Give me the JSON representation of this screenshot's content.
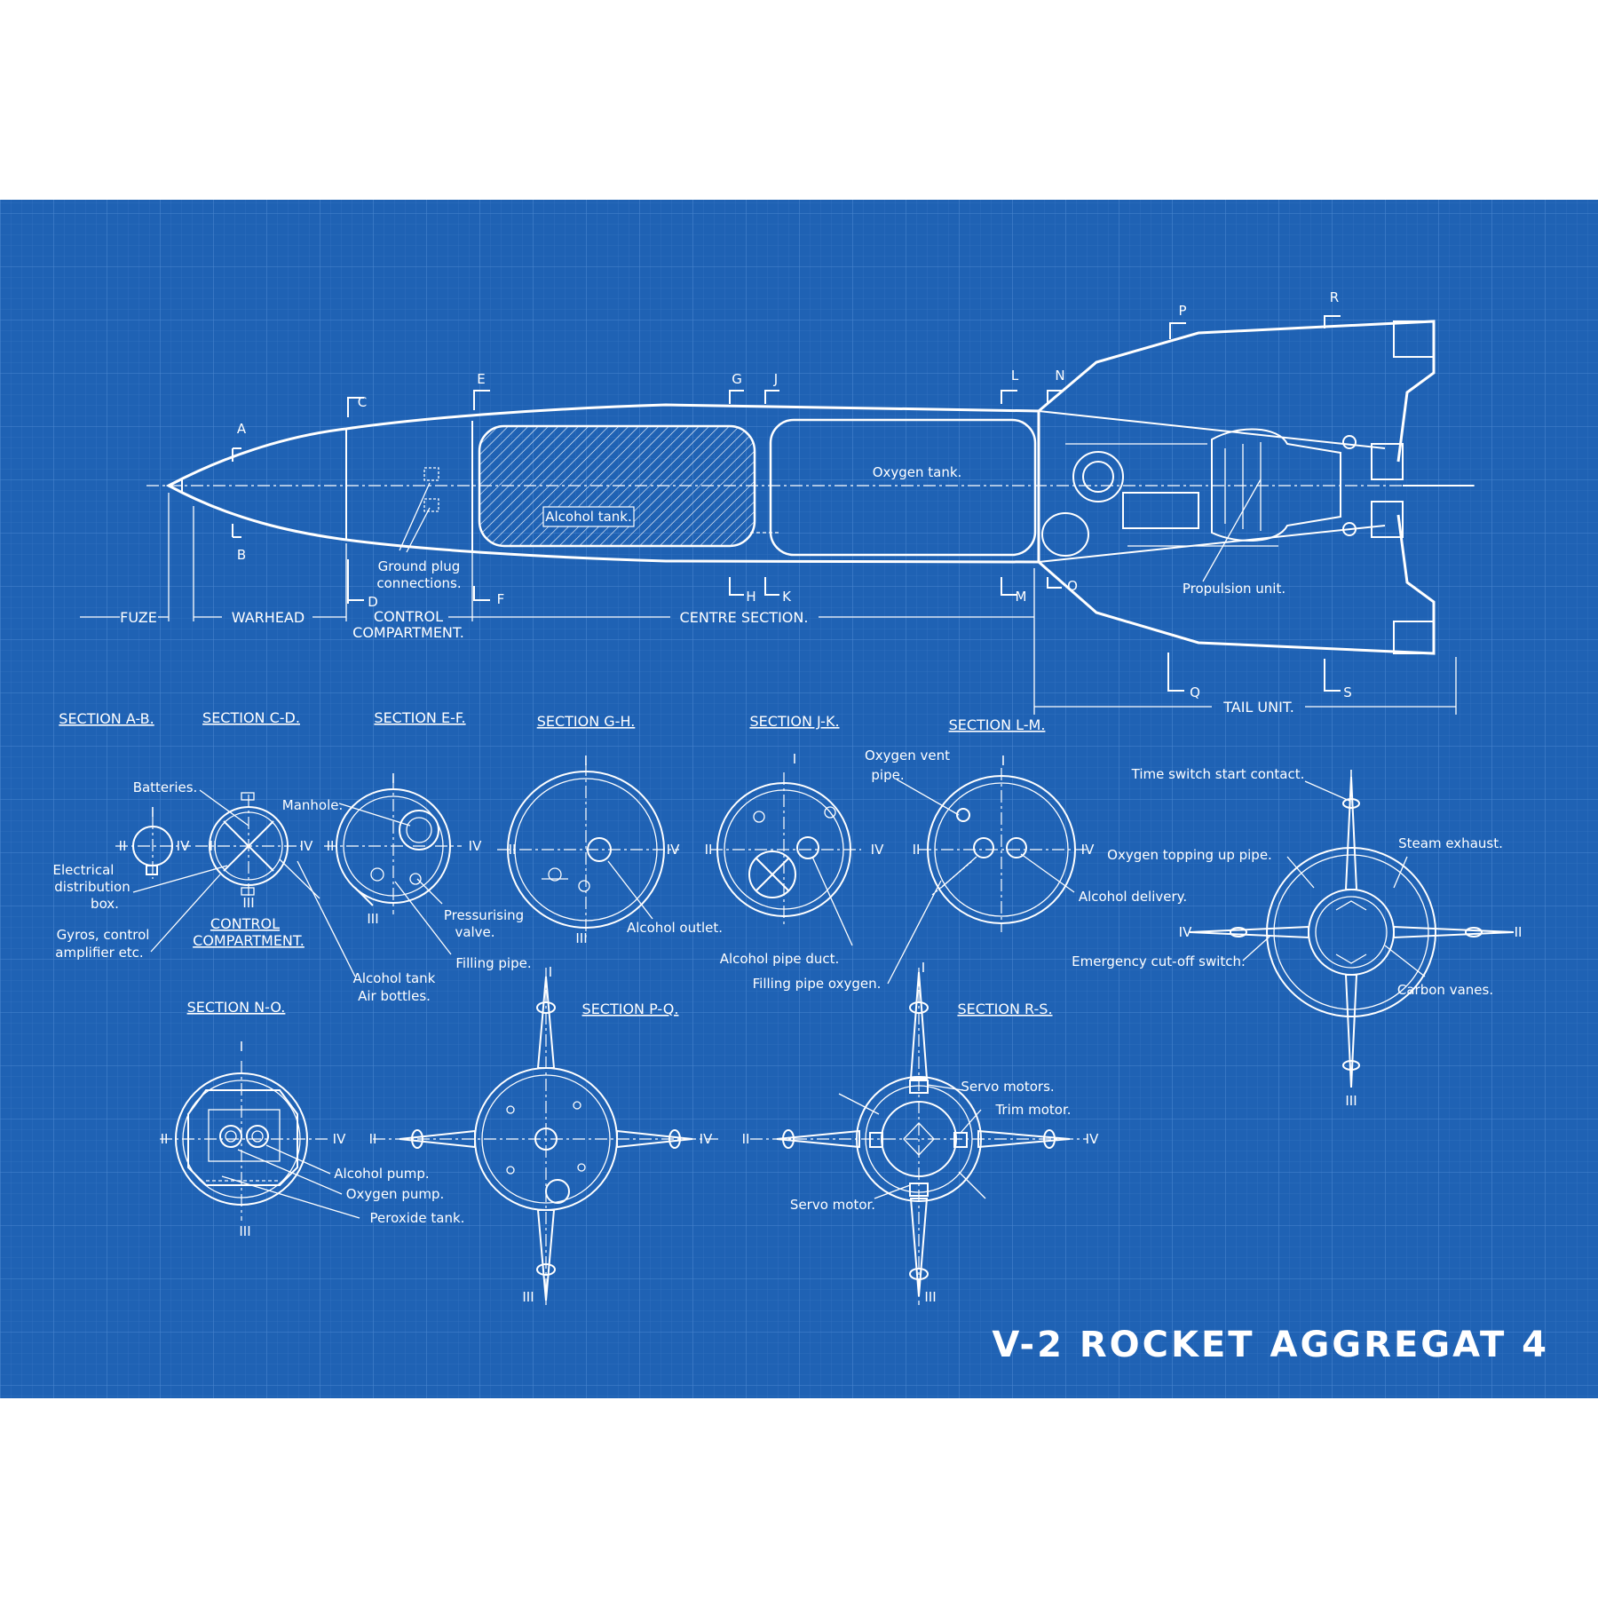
{
  "title": "V-2 ROCKET AGGREGAT 4",
  "colors": {
    "background": "#1f62b4",
    "grid": "#3a7bc8",
    "ink": "#ffffff",
    "page": "#ffffff"
  },
  "elevation": {
    "tank_labels": {
      "alcohol": "Alcohol tank.",
      "oxygen": "Oxygen tank."
    },
    "callouts": {
      "ground_plug_1": "Ground plug",
      "ground_plug_2": "connections.",
      "propulsion": "Propulsion unit."
    },
    "section_markers": [
      "A",
      "B",
      "C",
      "D",
      "E",
      "F",
      "G",
      "H",
      "J",
      "K",
      "L",
      "M",
      "N",
      "O",
      "P",
      "Q",
      "R",
      "S"
    ],
    "spans": {
      "fuze": "FUZE",
      "warhead": "WARHEAD",
      "control_1": "CONTROL",
      "control_2": "COMPARTMENT.",
      "centre": "CENTRE SECTION.",
      "tail": "TAIL UNIT."
    }
  },
  "section_titles": {
    "ab": "SECTION A-B.",
    "cd": "SECTION C-D.",
    "ef": "SECTION E-F.",
    "gh": "SECTION G-H.",
    "jk": "SECTION J-K.",
    "lm": "SECTION L-M.",
    "no": "SECTION N-O.",
    "pq": "SECTION P-Q.",
    "rs": "SECTION R-S."
  },
  "section_labels": {
    "batteries": "Batteries.",
    "electrical_1": "Electrical",
    "electrical_2": "distribution",
    "electrical_3": "box.",
    "gyros_1": "Gyros, control",
    "gyros_2": "amplifier etc.",
    "control_1": "CONTROL",
    "control_2": "COMPARTMENT.",
    "manhole": "Manhole.",
    "pressurising_1": "Pressurising",
    "pressurising_2": "valve.",
    "filling_pipe": "Filling pipe.",
    "alcohol_tank_1": "Alcohol tank",
    "alcohol_tank_2": "Air bottles.",
    "alcohol_outlet": "Alcohol outlet.",
    "alcohol_pipe_duct": "Alcohol pipe duct.",
    "filling_pipe_oxygen": "Filling pipe oxygen.",
    "oxygen_vent_1": "Oxygen vent",
    "oxygen_vent_2": "pipe.",
    "alcohol_delivery": "Alcohol delivery.",
    "time_switch": "Time switch start contact.",
    "oxygen_topping": "Oxygen topping up pipe.",
    "steam_exhaust": "Steam exhaust.",
    "emergency": "Emergency cut-off switch.",
    "carbon_vanes": "Carbon vanes.",
    "alcohol_pump": "Alcohol pump.",
    "oxygen_pump": "Oxygen pump.",
    "peroxide_tank": "Peroxide tank.",
    "servo_motors": "Servo motors.",
    "trim_motor": "Trim motor.",
    "servo_motor": "Servo motor."
  },
  "axis_numerals": {
    "i": "I",
    "ii": "II",
    "iii": "III",
    "iv": "IV"
  }
}
